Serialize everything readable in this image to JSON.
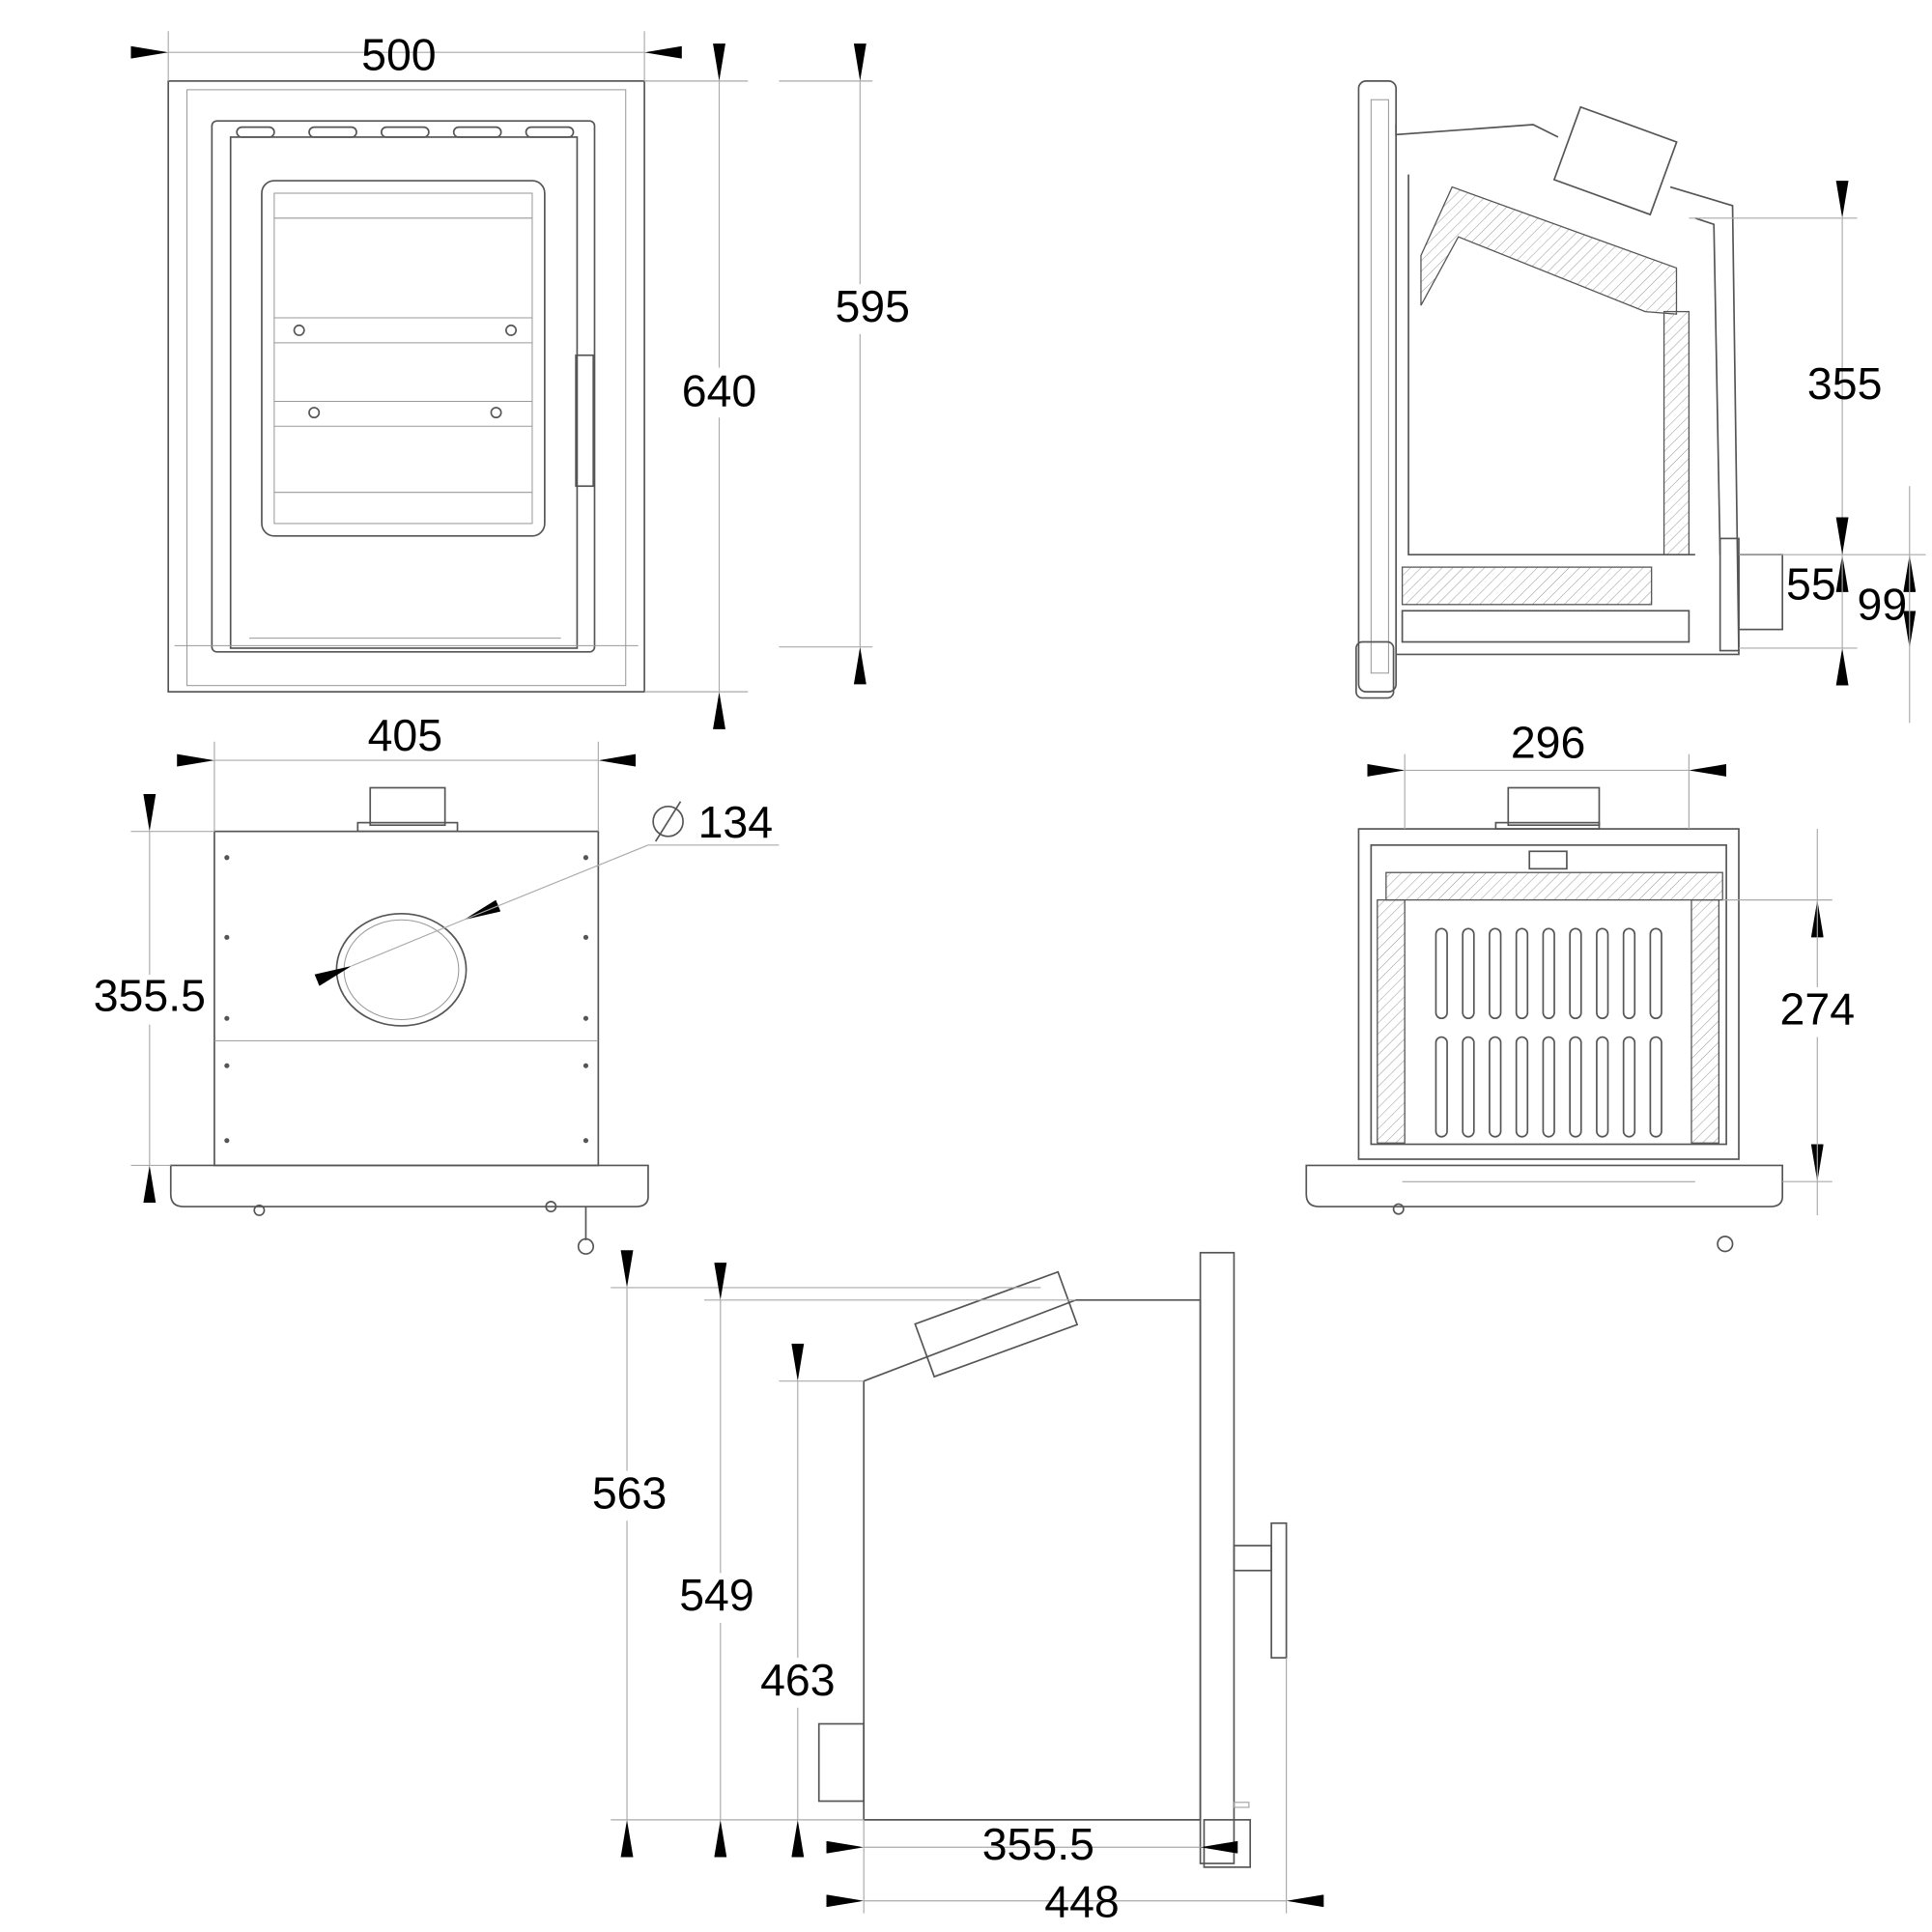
{
  "drawing": {
    "front_view": {
      "width_label": "500",
      "height_label": "640",
      "inner_height_label": "595"
    },
    "side_section_view": {
      "upper_label": "355",
      "outlet_height_label": "55",
      "base_height_label": "99"
    },
    "top_view": {
      "width_label": "405",
      "depth_label": "355.5",
      "flue_diameter_label": "134",
      "diameter_symbol": "diameter-icon"
    },
    "plan_section_view": {
      "width_label": "296",
      "depth_label": "274"
    },
    "side_view": {
      "total_height_label": "563",
      "flue_height_label": "549",
      "body_height_label": "463",
      "body_depth_label": "355.5",
      "total_depth_label": "448"
    }
  }
}
